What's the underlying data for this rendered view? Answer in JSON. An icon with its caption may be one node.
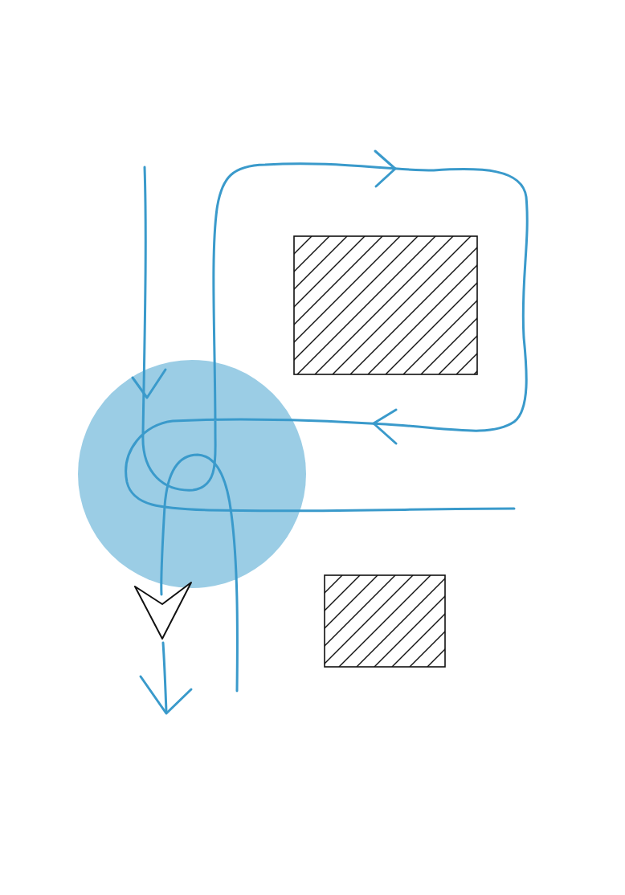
{
  "diagram": {
    "nodes": [
      {
        "text": [],
        "shape": "box"
      },
      {
        "text": [],
        "shape": "circle"
      },
      {
        "text": [],
        "shape": "box"
      }
    ]
  }
}
